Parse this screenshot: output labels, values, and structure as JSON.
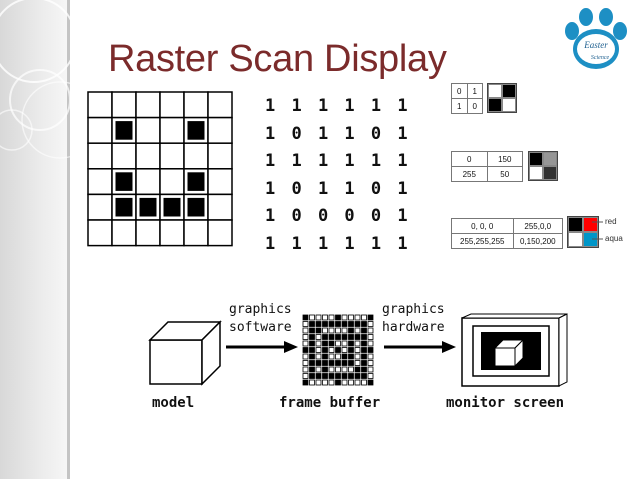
{
  "title": "Raster Scan Display",
  "logo": {
    "line1": "Easter",
    "line2": "Science"
  },
  "grid_pattern": [
    [
      0,
      0,
      0,
      0,
      0,
      0
    ],
    [
      0,
      1,
      0,
      0,
      1,
      0
    ],
    [
      0,
      0,
      0,
      0,
      0,
      0
    ],
    [
      0,
      1,
      0,
      0,
      1,
      0
    ],
    [
      0,
      1,
      1,
      1,
      1,
      0
    ],
    [
      0,
      0,
      0,
      0,
      0,
      0
    ]
  ],
  "bit_rows": [
    "1 1 1 1 1 1",
    "1 0 1 1 0 1",
    "1 1 1 1 1 1",
    "1 0 1 1 0 1",
    "1 0 0 0 0 1",
    "1 1 1 1 1 1"
  ],
  "bitmap_table": {
    "rows": [
      [
        "0",
        "1"
      ],
      [
        "1",
        "0"
      ]
    ],
    "swatch": [
      "#ffffff",
      "#000000",
      "#000000",
      "#ffffff"
    ]
  },
  "grayscale_table": {
    "rows": [
      [
        "0",
        "150"
      ],
      [
        "255",
        "50"
      ]
    ],
    "swatch": [
      "#000000",
      "#969696",
      "#ffffff",
      "#323232"
    ]
  },
  "color_table": {
    "rows": [
      [
        "0, 0, 0",
        "255,0,0"
      ],
      [
        "255,255,255",
        "0,150,200"
      ]
    ],
    "swatch": [
      "#000000",
      "#ff0000",
      "#ffffff",
      "#0096c8"
    ],
    "labels": {
      "red": "red",
      "aqua": "aqua"
    }
  },
  "pipeline": {
    "arrow1_line1": "graphics",
    "arrow1_line2": "software",
    "arrow2_line1": "graphics",
    "arrow2_line2": "hardware",
    "model_label": "model",
    "frame_buffer_label": "frame buffer",
    "monitor_label": "monitor screen"
  },
  "colors": {
    "title": "#7b2b2b",
    "left_band": "#dcdcdc"
  }
}
